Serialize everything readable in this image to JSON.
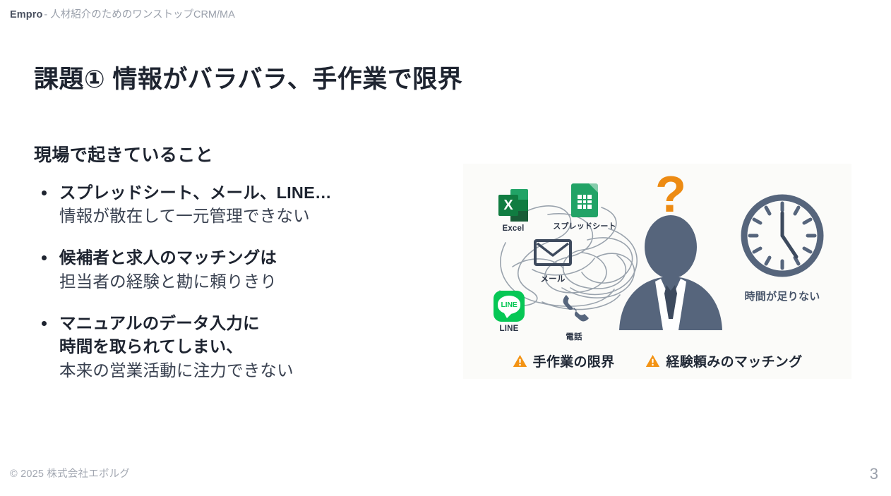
{
  "header": {
    "brand": "Empro",
    "tagline": "- 人材紹介のためのワンストップCRM/MA"
  },
  "title": "課題① 情報がバラバラ、手作業で限界",
  "left": {
    "section_heading": "現場で起きていること",
    "bullets": [
      {
        "lines": [
          {
            "text": "スプレッドシート、メール、LINE…",
            "strong": true
          },
          {
            "text": "情報が散在して一元管理できない",
            "strong": false
          }
        ]
      },
      {
        "lines": [
          {
            "text": "候補者と求人のマッチングは",
            "strong": true
          },
          {
            "text": "担当者の経験と勘に頼りきり",
            "strong": false
          }
        ]
      },
      {
        "lines": [
          {
            "text": "マニュアルのデータ入力に",
            "strong": true
          },
          {
            "text": "時間を取られてしまい、",
            "strong": true
          },
          {
            "text": "本来の営業活動に注力できない",
            "strong": false
          }
        ]
      }
    ]
  },
  "illustration": {
    "tools": [
      {
        "id": "excel",
        "label": "Excel"
      },
      {
        "id": "spreadsheet",
        "label": "スプレッドシート"
      },
      {
        "id": "mail",
        "label": "メール"
      },
      {
        "id": "line",
        "label": "LINE"
      },
      {
        "id": "phone",
        "label": "電話"
      }
    ],
    "excel_glyph": "X",
    "line_glyph": "LINE",
    "question_mark": "?",
    "clock_caption": "時間が足りない",
    "warnings": [
      {
        "icon": "warning-triangle-icon",
        "label": "手作業の限界"
      },
      {
        "icon": "warning-triangle-icon",
        "label": "経験頼みのマッチング"
      }
    ]
  },
  "footer": {
    "copyright": "© 2025 株式会社エボルグ",
    "page_number": "3"
  },
  "colors": {
    "title": "#1e2430",
    "accent_orange": "#ed8b13",
    "slate": "#566479",
    "excel_green": "#107c41",
    "line_green": "#06c755",
    "muted": "#9aa0ab"
  }
}
